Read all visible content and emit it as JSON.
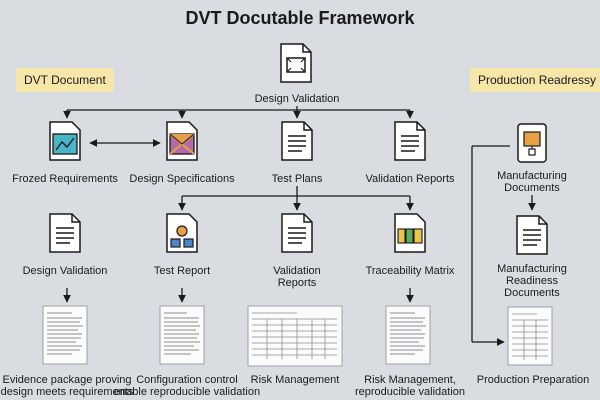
{
  "title": "DVT Docutable Framework",
  "banners": {
    "left": "DVT Document",
    "right": "Production Readressy"
  },
  "top_node": "Design Validation",
  "row1": [
    {
      "label": "Frozed Requirements",
      "icon": "chart-document-icon"
    },
    {
      "label": "Design Specifications",
      "icon": "diagram-document-icon"
    },
    {
      "label": "Test Plans",
      "icon": "document-icon"
    },
    {
      "label": "Validation Reports",
      "icon": "document-icon"
    }
  ],
  "row2": [
    {
      "label": "Design Validation",
      "icon": "document-icon"
    },
    {
      "label": "Test Report",
      "icon": "shapes-document-icon"
    },
    {
      "label": "Validation\nReports",
      "icon": "document-icon"
    },
    {
      "label": "Traceability Matrix",
      "icon": "matrix-document-icon"
    }
  ],
  "bottom": [
    {
      "label": "Evidence package proving\ndesign meets requirements",
      "kind": "text-page"
    },
    {
      "label": "Configuration control\nenable reproducible validation",
      "kind": "text-page"
    },
    {
      "label": "Risk Management",
      "kind": "table-page"
    },
    {
      "label": "Risk Management,\nreproducible validation",
      "kind": "text-page"
    }
  ],
  "right_column": [
    {
      "label": "Manufacturing\nDocuments",
      "icon": "tablet-document-icon"
    },
    {
      "label": "Manufacturing\nReadiness\nDocuments",
      "icon": "document-icon"
    },
    {
      "label": "Production Preparation",
      "icon": "table-page-icon"
    }
  ],
  "colors": {
    "background": "#d9dde2",
    "banner": "#f6e6a8",
    "ink": "#1a1a1a"
  }
}
